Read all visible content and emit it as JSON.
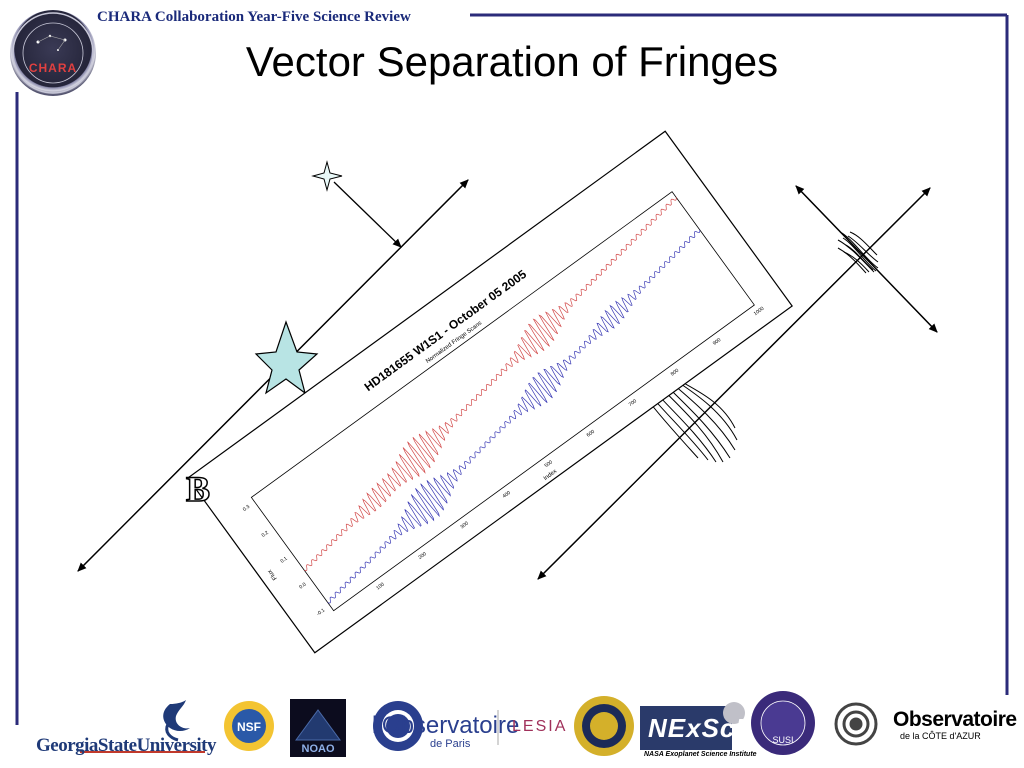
{
  "header": {
    "conference_title": "CHARA Collaboration Year-Five Science Review",
    "seal_label": "CHARA"
  },
  "slide": {
    "title": "Vector Separation of Fringes",
    "baseline_label": "B"
  },
  "plot_panel": {
    "title": "HD181655 W1S1 - October 05 2005",
    "subtitle": "Normalized Fringe Scans",
    "xlabel": "Index",
    "ylabel": "Flux",
    "x_ticks": [
      "100",
      "200",
      "300",
      "400",
      "500",
      "600",
      "700",
      "800",
      "900",
      "1000"
    ],
    "y_ticks": [
      "-0.1",
      "0.0",
      "0.1",
      "0.2",
      "0.3"
    ],
    "colors": {
      "red_series": "#d24a4a",
      "blue_series": "#3a3ab4"
    }
  },
  "colors": {
    "frame": "#2b2b7a",
    "star_fill": "#b8e4e4",
    "nexsci_bg": "#2a3a6a",
    "gsu_blue": "#1f3a78"
  },
  "logos": {
    "georgia_state": "GeorgiaStateUniversity",
    "nsf": "NSF",
    "noao": "NOAO",
    "observatoire_paris_main": "l'Observatoire",
    "observatoire_paris_sub": "de Paris",
    "lesia": "LESIA",
    "nexsci": "NExScI",
    "nexsci_sub": "NASA Exoplanet Science Institute",
    "susi": "SUSI",
    "oca_main": "Observatoire",
    "oca_sub": "de la CÔTE d'AZUR"
  }
}
